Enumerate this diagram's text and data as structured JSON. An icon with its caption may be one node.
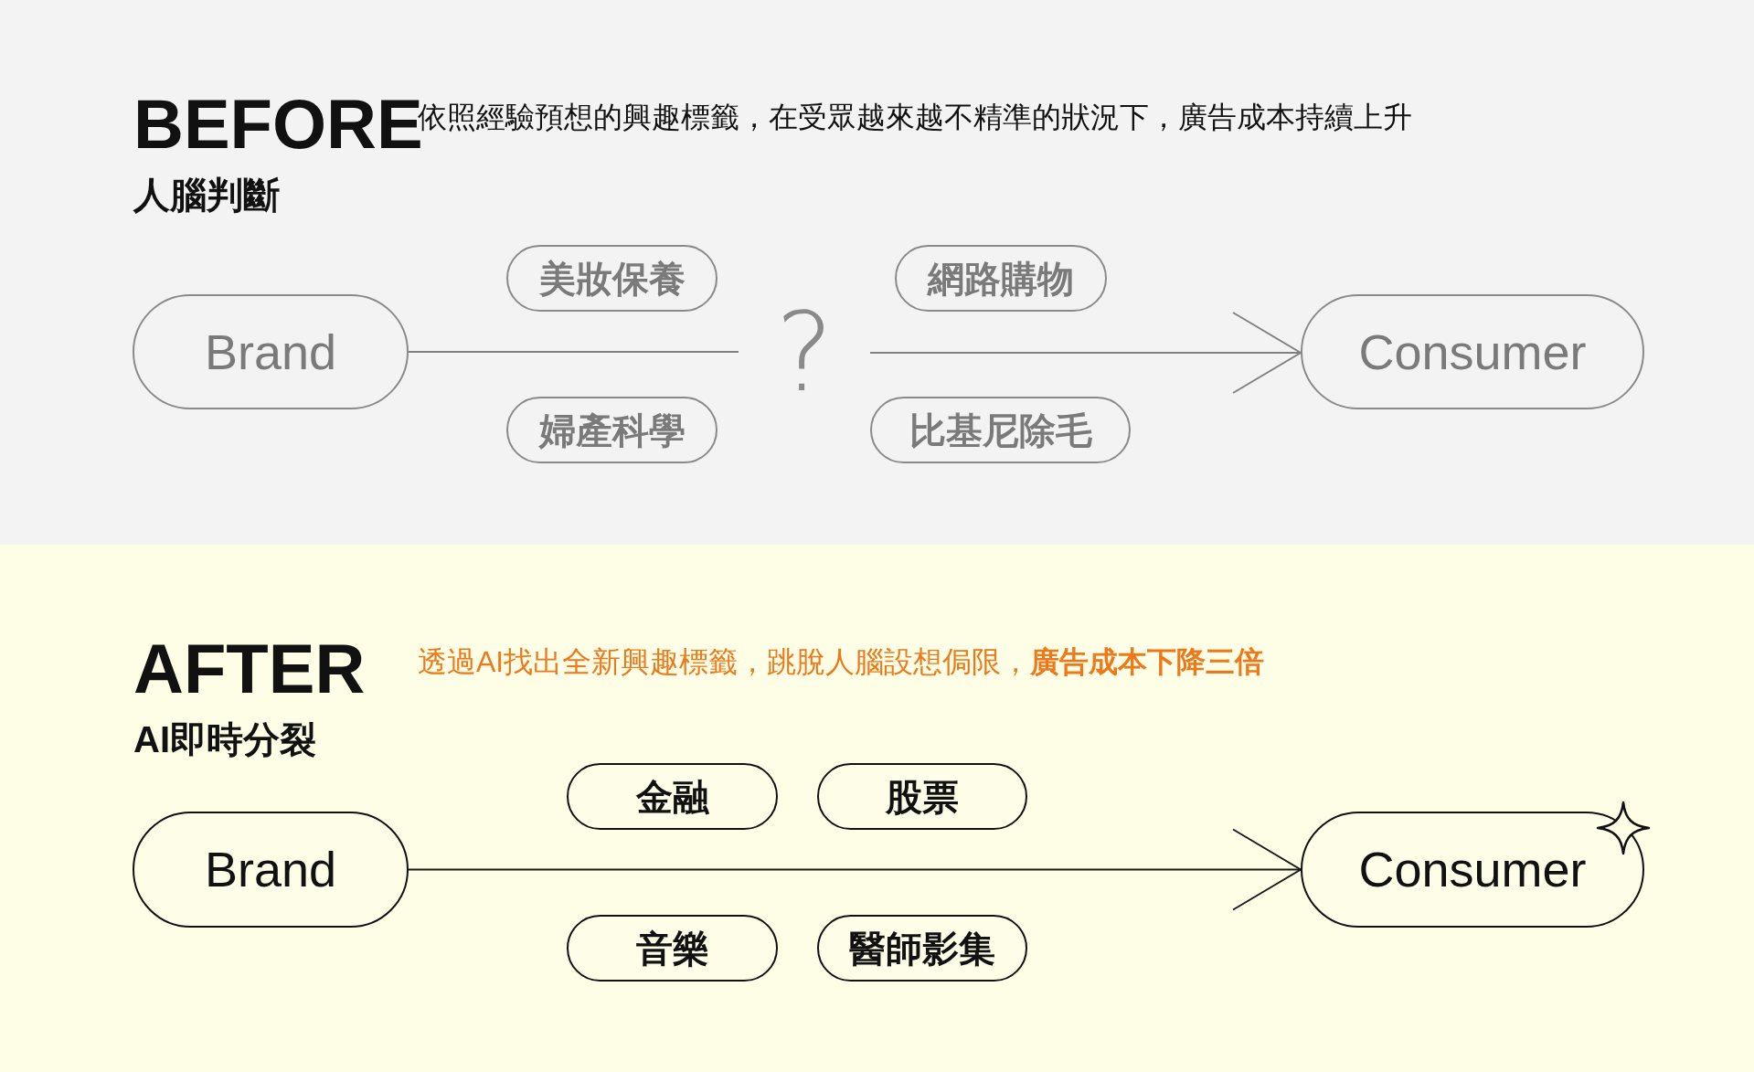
{
  "diagram": {
    "nodes": [
      {
        "text": [
          "BEFORE",
          "人腦判斷",
          "依照經驗預想的興趣標籤，在受眾越來越不精準的狀況下，廣告成本持續上升"
        ]
      },
      {
        "text": [
          "Brand"
        ],
        "in": 0
      },
      {
        "text": [
          "美妝保養"
        ],
        "in": 0
      },
      {
        "text": [
          "婦產科學"
        ],
        "in": 0
      },
      {
        "text": [
          "?"
        ],
        "in": 0
      },
      {
        "text": [
          "網路購物"
        ],
        "in": 0
      },
      {
        "text": [
          "比基尼除毛"
        ],
        "in": 0
      },
      {
        "text": [
          "Consumer"
        ],
        "in": 0
      },
      {
        "text": [
          "AFTER",
          "AI即時分裂",
          "透過AI找出全新興趣標籤，跳脫人腦設想侷限，**廣告成本下降三倍**"
        ]
      },
      {
        "text": [
          "Brand"
        ],
        "in": 8
      },
      {
        "text": [
          "金融"
        ],
        "in": 8
      },
      {
        "text": [
          "股票"
        ],
        "in": 8
      },
      {
        "text": [
          "音樂"
        ],
        "in": 8
      },
      {
        "text": [
          "醫師影集"
        ],
        "in": 8
      },
      {
        "text": [
          "Consumer"
        ],
        "in": 8
      }
    ],
    "edges": [
      {
        "from": 1,
        "to": 4,
        "arrow": "none"
      },
      {
        "from": 4,
        "to": 7,
        "arrow": "to"
      },
      {
        "from": 9,
        "to": 14,
        "arrow": "to",
        "color": "#1a1a1a"
      }
    ]
  }
}
